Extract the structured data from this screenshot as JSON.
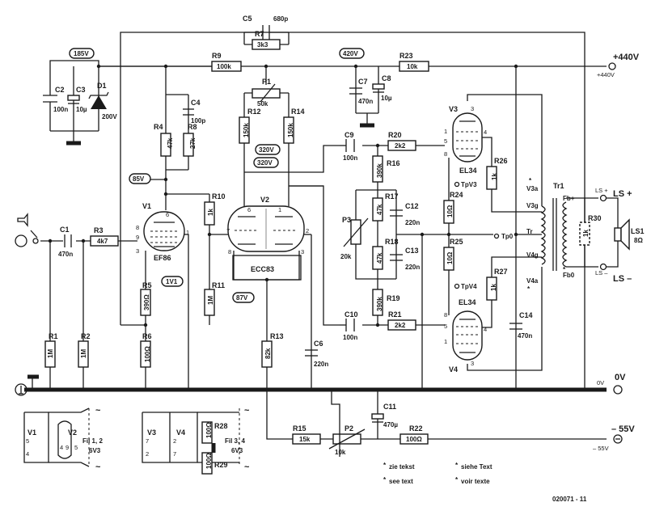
{
  "voltages": {
    "v185": "185V",
    "v420": "420V",
    "v440_top": "+440V",
    "v440_small": "+440V",
    "v85": "85V",
    "v320a": "320V",
    "v320b": "320V",
    "v87": "87V",
    "v1v1": "1V1",
    "v0_big": "0V",
    "v0_small": "0V",
    "vm55_big": "– 55V",
    "vm55_small": "– 55V"
  },
  "parts": {
    "C5": {
      "name": "C5",
      "value": "680p"
    },
    "R7": {
      "name": "R7",
      "value": "3k3"
    },
    "R9": {
      "name": "R9",
      "value": "100k"
    },
    "R23": {
      "name": "R23",
      "value": "10k"
    },
    "C2": {
      "name": "C2",
      "value": "100n"
    },
    "C3": {
      "name": "C3",
      "value": "10µ"
    },
    "D1": {
      "name": "D1",
      "value": "200V"
    },
    "C4": {
      "name": "C4",
      "value": "100p"
    },
    "R4": {
      "name": "R4",
      "value": "47k"
    },
    "R8": {
      "name": "R8",
      "value": "27k"
    },
    "P1": {
      "name": "P1",
      "value": "50k"
    },
    "R12": {
      "name": "R12",
      "value": "150k"
    },
    "R14": {
      "name": "R14",
      "value": "150k"
    },
    "C7": {
      "name": "C7",
      "value": "470n"
    },
    "C8": {
      "name": "C8",
      "value": "10µ"
    },
    "C9": {
      "name": "C9",
      "value": "100n"
    },
    "R20": {
      "name": "R20",
      "value": "2k2"
    },
    "R16": {
      "name": "R16",
      "value": "390k"
    },
    "R26": {
      "name": "R26",
      "value": "1k"
    },
    "R10": {
      "name": "R10",
      "value": "1k"
    },
    "R17": {
      "name": "R17",
      "value": "47k"
    },
    "C12": {
      "name": "C12",
      "value": "220n"
    },
    "R24": {
      "name": "R24",
      "value": "10Ω"
    },
    "P3": {
      "name": "P3",
      "value": "20k"
    },
    "R18": {
      "name": "R18",
      "value": "47k"
    },
    "C13": {
      "name": "C13",
      "value": "220n"
    },
    "R25": {
      "name": "R25",
      "value": "10Ω"
    },
    "R27": {
      "name": "R27",
      "value": "1k"
    },
    "R19": {
      "name": "R19",
      "value": "390k"
    },
    "C1": {
      "name": "C1",
      "value": "470n"
    },
    "R3": {
      "name": "R3",
      "value": "4k7"
    },
    "R5": {
      "name": "R5",
      "value": "390Ω"
    },
    "R11": {
      "name": "R11",
      "value": "1M"
    },
    "C10": {
      "name": "C10",
      "value": "100n"
    },
    "R21": {
      "name": "R21",
      "value": "2k2"
    },
    "C14": {
      "name": "C14",
      "value": "470n"
    },
    "R1": {
      "name": "R1",
      "value": "1M"
    },
    "R2": {
      "name": "R2",
      "value": "1M"
    },
    "R6": {
      "name": "R6",
      "value": "100Ω"
    },
    "R13": {
      "name": "R13",
      "value": "82k"
    },
    "C6": {
      "name": "C6",
      "value": "220n"
    },
    "C11": {
      "name": "C11",
      "value": "470µ"
    },
    "R15": {
      "name": "R15",
      "value": "15k"
    },
    "P2": {
      "name": "P2",
      "value": "10k"
    },
    "R22": {
      "name": "R22",
      "value": "100Ω"
    },
    "R28": {
      "name": "R28",
      "value": "100Ω"
    },
    "R29": {
      "name": "R29",
      "value": "100Ω"
    },
    "R30": {
      "name": "R30",
      "value": "1k"
    }
  },
  "tubes": {
    "V1": {
      "name": "V1",
      "type": "EF86"
    },
    "V2": {
      "name": "V2",
      "type": "ECC83"
    },
    "V3": {
      "name": "V3",
      "type": "EL34"
    },
    "V4": {
      "name": "V4",
      "type": "EL34"
    }
  },
  "transformer": {
    "name": "Tr1",
    "taps": [
      "V3a",
      "V3g",
      "Tr",
      "V4g",
      "V4a"
    ],
    "secondary": [
      "Fb+",
      "Fb0"
    ]
  },
  "testpoints": {
    "tpv3": "TpV3",
    "tp0": "Tp0",
    "tpv4": "TpV4"
  },
  "speaker": {
    "name": "LS1",
    "impedance": "8Ω",
    "ls_plus_small": "LS +",
    "ls_minus_small": "LS –",
    "ls_plus_big": "LS +",
    "ls_minus_big": "LS –"
  },
  "filament": {
    "label12": "Fil 1, 2",
    "volt12": "6V3",
    "label34": "Fil 3, 4",
    "volt34": "6V3"
  },
  "pins": {
    "V1": [
      "6",
      "8",
      "9",
      "3",
      "1"
    ],
    "V2": [
      "6",
      "1",
      "7",
      "2",
      "8",
      "3"
    ],
    "V3": [
      "3",
      "4",
      "5",
      "8",
      "1"
    ],
    "V4": [
      "8",
      "5",
      "1",
      "4",
      "3"
    ],
    "fil": [
      "5",
      "4",
      "4",
      "9",
      "5",
      "7",
      "2",
      "2",
      "7"
    ]
  },
  "notes": {
    "nl": "zie tekst",
    "en": "see text",
    "de": "siehe Text",
    "fr": "voir texte",
    "star": "*"
  },
  "figure_code": "020071 - 11"
}
